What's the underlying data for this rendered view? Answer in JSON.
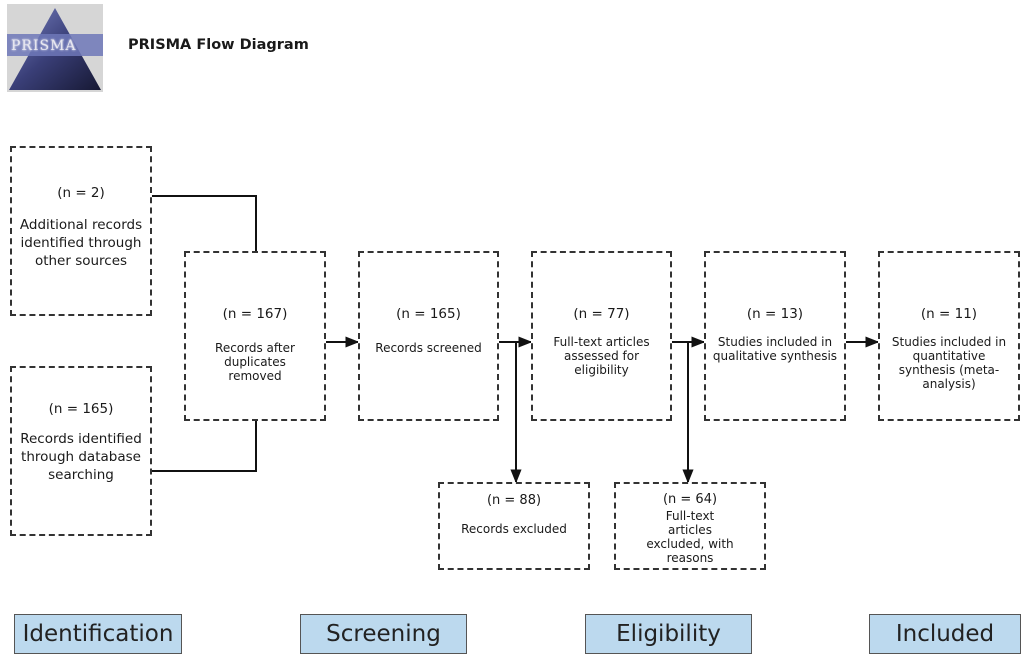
{
  "header": {
    "logo_text": "PRISMA",
    "title": "PRISMA Flow Diagram"
  },
  "boxes": {
    "additional_records": {
      "count": "(n = 2)",
      "label": "Additional records identified through other sources"
    },
    "database_records": {
      "count": "(n =  165)",
      "label": "Records identified through database searching"
    },
    "after_duplicates": {
      "count": "(n = 167)",
      "label": "Records after duplicates removed"
    },
    "screened": {
      "count": "(n = 165)",
      "label": "Records screened"
    },
    "excluded": {
      "count": "(n = 88)",
      "label": "Records excluded"
    },
    "fulltext_assessed": {
      "count": "(n = 77)",
      "label": "Full-text articles assessed for eligibility"
    },
    "fulltext_excluded": {
      "count": "(n = 64)",
      "label": "Full-text articles excluded, with reasons"
    },
    "qualitative": {
      "count": "(n = 13)",
      "label": "Studies included in qualitative synthesis"
    },
    "quantitative": {
      "count": "(n = 11)",
      "label": "Studies included in quantitative synthesis (meta-analysis)"
    }
  },
  "stages": {
    "identification": "Identification",
    "screening": "Screening",
    "eligibility": "Eligibility",
    "included": "Included"
  }
}
